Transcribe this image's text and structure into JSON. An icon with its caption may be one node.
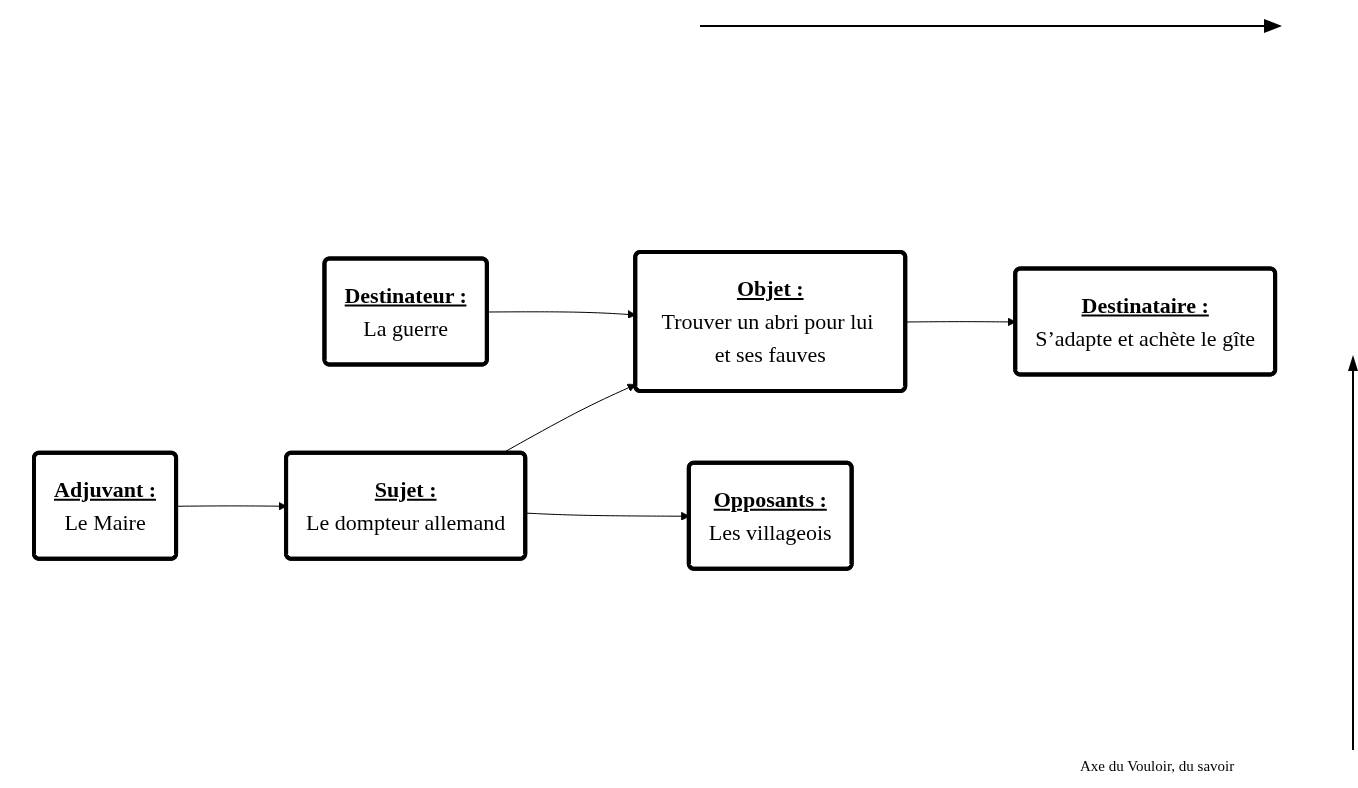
{
  "diagram": {
    "nodes": [
      {
        "text": [
          "Destinateur :",
          "La guerre"
        ]
      },
      {
        "text": [
          "Objet :",
          "Trouver un abri pour lui et ses fauves"
        ]
      },
      {
        "text": [
          "Destinataire :",
          "S’adapte et achète le gîte"
        ]
      },
      {
        "text": [
          "Adjuvant :",
          "Le Maire"
        ]
      },
      {
        "text": [
          "Sujet :",
          "Le dompteur allemand"
        ]
      },
      {
        "text": [
          "Opposants :",
          "Les villageois"
        ]
      }
    ],
    "edges": [
      {
        "from": 0,
        "to": 1,
        "arrow": "to"
      },
      {
        "from": 1,
        "to": 2,
        "arrow": "to"
      },
      {
        "from": 4,
        "to": 1,
        "arrow": "to"
      },
      {
        "from": 3,
        "to": 4,
        "arrow": "to"
      },
      {
        "from": 4,
        "to": 5,
        "arrow": "to"
      }
    ],
    "labels": [
      "Axe du Vouloir, du savoir"
    ]
  }
}
